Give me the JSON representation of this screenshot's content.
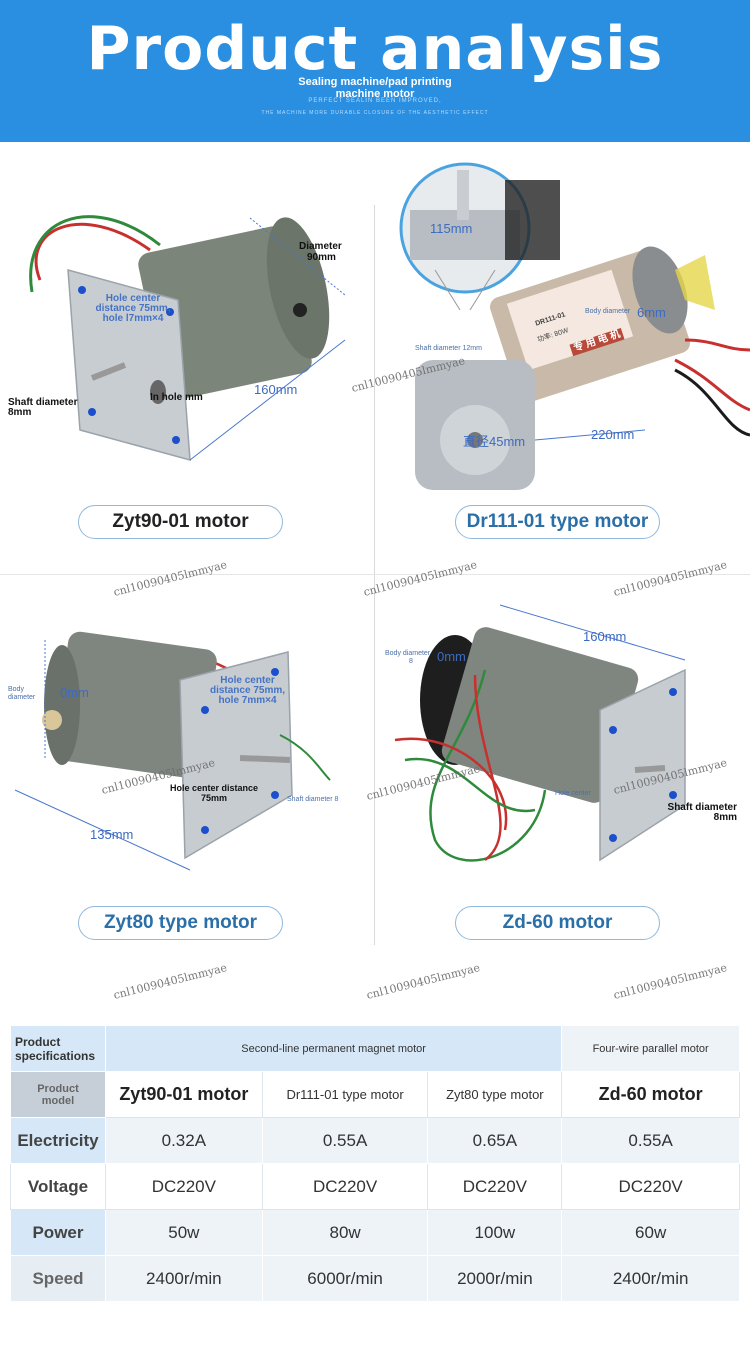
{
  "header": {
    "title": "Product analysis",
    "subtitle_line1": "Sealing machine/pad printing",
    "subtitle_line2": "machine motor",
    "tagline1": "PERFECT SEALIN   BEEN IMPROVED,",
    "tagline2": "THE MACHINE MORE DURABLE CLOSURE OF THE AESTHETIC EFFECT"
  },
  "colors": {
    "header_bg": "#2a8fe0",
    "pill_border": "#8fb9dd",
    "table_header": "#d6e8f7",
    "annotation_blue": "#3c67b8"
  },
  "watermark": "cnl10090405lmmyae",
  "motors": [
    {
      "name": "Zyt90-01 motor",
      "annotations": {
        "diameter_label": "Diameter",
        "diameter_value": "90mm",
        "hole_center_line1": "Hole center",
        "hole_center_line2": "distance 75mm,",
        "hole_center_line3": "hole l7mm×4",
        "shaft_line1": "Shaft diameter",
        "shaft_line2": "8mm",
        "inner_hole": "In hole mm",
        "length": "160mm"
      }
    },
    {
      "name": "Dr111-01 type motor",
      "annotations": {
        "gear_width": "115mm",
        "body_diameter": "Body diameter",
        "body_mm": "6mm",
        "shaft_diameter": "Shaft diameter 12mm",
        "flange": "直径45mm",
        "length": "220mm",
        "plate_model": "DR111-01",
        "plate_power": "功率: 80W",
        "plate_title": "专 用 电 机"
      }
    },
    {
      "name": "Zyt80 type motor",
      "annotations": {
        "body_diameter": "Body diameter",
        "body_mm": "0mm",
        "hole_center_line1": "Hole center",
        "hole_center_line2": "distance 75mm,",
        "hole_center_line3": "hole 7mm×4",
        "hole_center2_line1": "Hole center distance",
        "hole_center2_line2": "75mm",
        "shaft_diameter": "Shaft diameter 8",
        "length": "135mm"
      }
    },
    {
      "name": "Zd-60 motor",
      "annotations": {
        "body_diameter": "Body diameter",
        "body_8": "8",
        "body_mm": "0mm",
        "length": "160mm",
        "hole_center": "Hole center",
        "shaft_line1": "Shaft diameter",
        "shaft_line2": "8mm"
      }
    }
  ],
  "table": {
    "header_label": "Product specifications",
    "group1": "Second-line permanent magnet motor",
    "group2": "Four-wire parallel motor",
    "model_label_line1": "Product",
    "model_label_line2": "model",
    "models": [
      "Zyt90-01 motor",
      "Dr111-01 type motor",
      "Zyt80 type motor",
      "Zd-60 motor"
    ],
    "rows": [
      {
        "label": "Electricity",
        "values": [
          "0.32A",
          "0.55A",
          "0.65A",
          "0.55A"
        ]
      },
      {
        "label": "Voltage",
        "values": [
          "DC220V",
          "DC220V",
          "DC220V",
          "DC220V"
        ]
      },
      {
        "label": "Power",
        "values": [
          "50w",
          "80w",
          "100w",
          "60w"
        ]
      },
      {
        "label": "Speed",
        "values": [
          "2400r/min",
          "6000r/min",
          "2000r/min",
          "2400r/min"
        ]
      }
    ]
  }
}
